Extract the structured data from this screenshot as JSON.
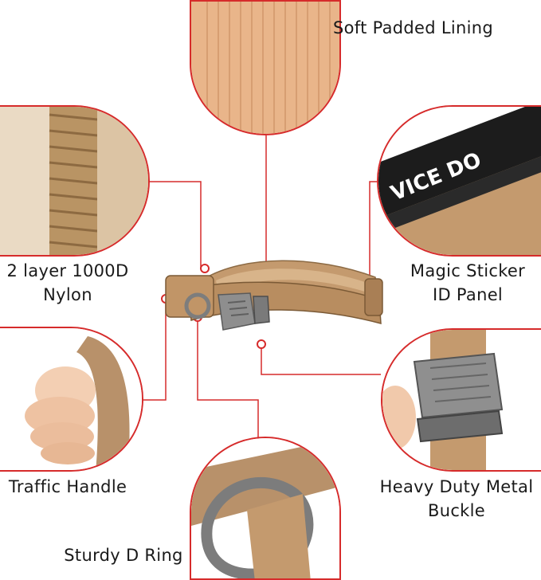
{
  "product": {
    "accent_color": "#d62b2b",
    "material_color": "#c9a27a"
  },
  "callouts": {
    "lining": {
      "label": "Soft Padded Lining"
    },
    "nylon": {
      "line1": "2 layer 1000D",
      "line2": "Nylon"
    },
    "panel": {
      "line1": "Magic Sticker",
      "line2": "ID Panel",
      "patch_text": "VICE DO"
    },
    "handle": {
      "label": "Traffic Handle"
    },
    "buckle": {
      "line1": "Heavy Duty Metal",
      "line2": "Buckle"
    },
    "dring": {
      "label": "Sturdy D Ring"
    }
  }
}
